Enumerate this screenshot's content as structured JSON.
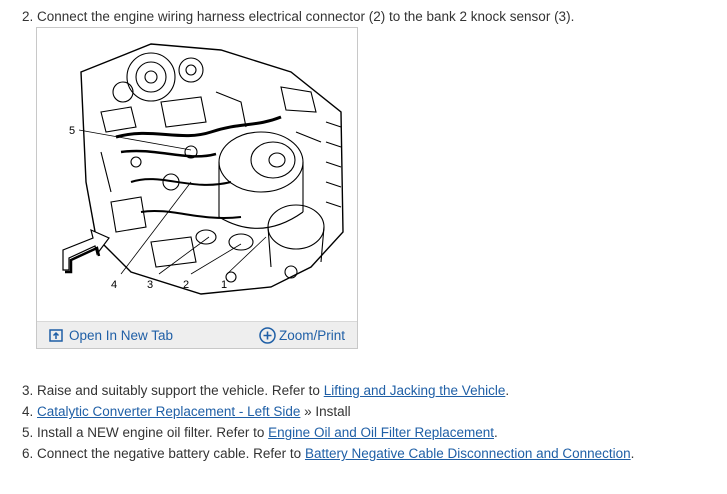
{
  "steps": {
    "s2": {
      "number": "2.",
      "text": "Connect the engine wiring harness electrical connector (2) to the bank 2 knock sensor (3)."
    },
    "s3": {
      "number": "3.",
      "text": "Raise and suitably support the vehicle. Refer to",
      "link": "Lifting and Jacking the Vehicle",
      "after": "."
    },
    "s4": {
      "number": "4.",
      "link": "Catalytic Converter Replacement - Left Side",
      "after": " » Install"
    },
    "s5": {
      "number": "5.",
      "text": "Install a NEW engine oil filter. Refer to",
      "link": "Engine Oil and Oil Filter Replacement",
      "after": "."
    },
    "s6": {
      "number": "6.",
      "text": "Connect the negative battery cable. Refer to",
      "link": "Battery Negative Cable Disconnection and Connection",
      "after": "."
    }
  },
  "figure": {
    "callouts": {
      "c5": "5",
      "c4": "4",
      "c3": "3",
      "c2": "2",
      "c1": "1"
    },
    "open_tab_label": "Open In New Tab",
    "zoom_label": "Zoom/Print",
    "open_tab_icon": "open-new-tab-icon",
    "zoom_icon": "zoom-plus-icon"
  },
  "colors": {
    "link": "#1f5fa6",
    "text": "#333333",
    "border": "#c8c8c8"
  }
}
